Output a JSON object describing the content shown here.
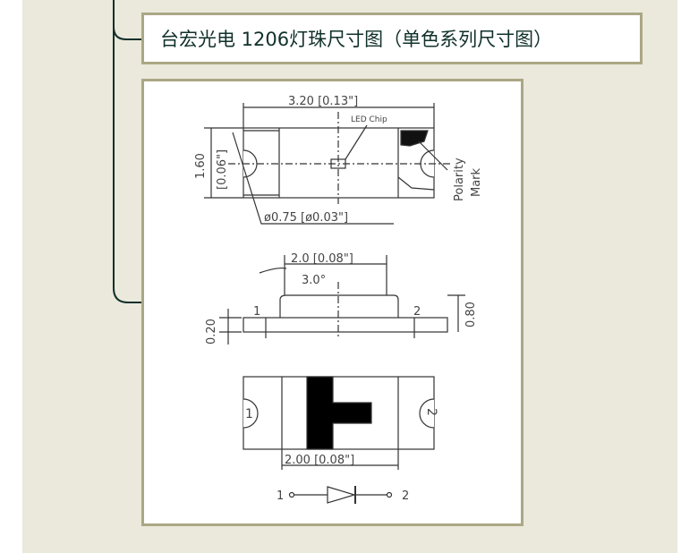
{
  "title": "台宏光电 1206灯珠尺寸图（单色系列尺寸图）",
  "colors": {
    "panel": "#ebe8dc",
    "border": "#aaa784",
    "connector": "#10302a"
  },
  "drawing": {
    "top_view": {
      "width_dim": "3.20 [0.13\"]",
      "height_dim": "1.60",
      "height_dim_in": "[0.06\"]",
      "chip_label": "LED Chip",
      "polarity_label_1": "Polarity",
      "polarity_label_2": "Mark",
      "hole_dim": "ø0.75 [ø0.03\"]"
    },
    "side_view": {
      "top_dim": "2.0 [0.08\"]",
      "angle": "3.0°",
      "pin1": "1",
      "pin2": "2",
      "base_dim": "0.20",
      "height_dim": "0.80"
    },
    "bottom_view": {
      "pin1": "1",
      "pin2": "2",
      "pad_dim": "2.00 [0.08\"]"
    },
    "symbol": {
      "pin1": "1",
      "pin2": "2"
    }
  }
}
